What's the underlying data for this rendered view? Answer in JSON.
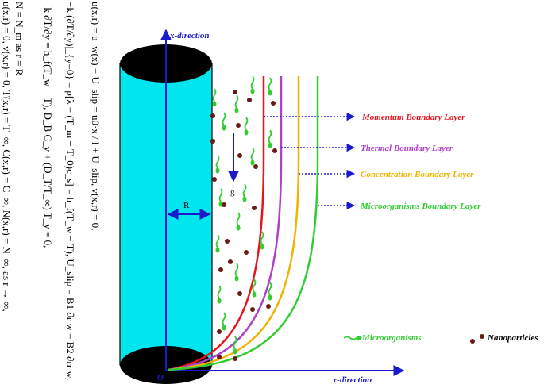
{
  "equations": {
    "eq1": "u(x,r) = u_w(x) + U_slip = u0·x / l + U_slip,  v(x,r) = 0,",
    "eq2": "−k (∂T/∂y)|_{y=0} = ρ[λ + (T_m − T_0)c_s] = h_f(T_w − T),  U_slip = B1 ∂r w + B2 ∂rr w,",
    "eq3": "N = N_m  as r = R",
    "eq4": "u(x,r) = 0, v(x,r) = 0, T(x,r) = T_∞, C(x,r) = C_∞, N(x,r) = N_∞, as r → ∞,",
    "eq5": "−k ∂T/∂y = h_f(T_w − T), D_B C_y + (D_T/T_∞) T_y = 0,"
  },
  "axes": {
    "x_label": "x-direction",
    "r_label": "r-direction",
    "origin": "O",
    "radius": "R",
    "gravity": "g"
  },
  "layers": {
    "momentum": "Momentum Boundary Layer",
    "thermal": "Thermal Boundary Layer",
    "concentration": "Concentration Boundary Layer",
    "micro": "Microorganisms Boundary Layer"
  },
  "legend": {
    "microorganisms": "Microorganisms",
    "nanoparticles": "Nanoparticles"
  },
  "colors": {
    "cylinder": "#00e5ee",
    "momentum": "#e8141c",
    "thermal": "#b040c8",
    "concentration": "#f0b400",
    "micro": "#33cc33",
    "axis": "#1a1acc",
    "particle": "#6b1a14"
  }
}
